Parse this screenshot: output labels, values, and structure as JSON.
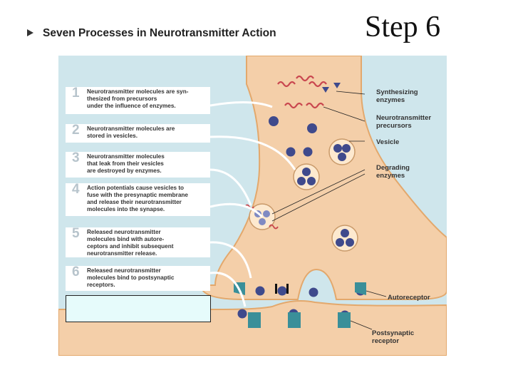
{
  "header": {
    "title": "Seven Processes in Neurotransmitter Action"
  },
  "step_title": "Step 6",
  "steps": [
    {
      "number": "1",
      "text": "Neurotransmitter molecules are syn-\nthesized from precursors\nunder the influence of enzymes."
    },
    {
      "number": "2",
      "text": "Neurotransmitter molecules are\nstored in vesicles."
    },
    {
      "number": "3",
      "text": "Neurotransmitter molecules\nthat leak from their vesicles\nare destroyed by enzymes."
    },
    {
      "number": "4",
      "text": "Action potentials cause vesicles to\nfuse with the presynaptic membrane\nand release their neurotransmitter\nmolecules into the synapse."
    },
    {
      "number": "5",
      "text": "Released neurotransmitter\nmolecules bind with autore-\nceptors and inhibit subsequent\nneurotransmitter release."
    },
    {
      "number": "6",
      "text": "Released neurotransmitter\nmolecules bind to postsynaptic\nreceptors."
    }
  ],
  "labels": {
    "synthesizing_enzymes": "Synthesizing\nenzymes",
    "neurotransmitter_precursors": "Neurotransmitter\nprecursors",
    "vesicle": "Vesicle",
    "degrading_enzymes": "Degrading\nenzymes",
    "autoreceptor": "Autoreceptor",
    "postsynaptic_receptor": "Postsynaptic\nreceptor"
  },
  "colors": {
    "background_panel": "#cfe6ec",
    "terminal": "#f4cfa9",
    "vesicle_fill": "#fde9cf",
    "molecule": "#3f4a8c",
    "enzyme": "#c9474f",
    "receptor": "#3a8f99",
    "blank_box": "#e6fbfb"
  }
}
